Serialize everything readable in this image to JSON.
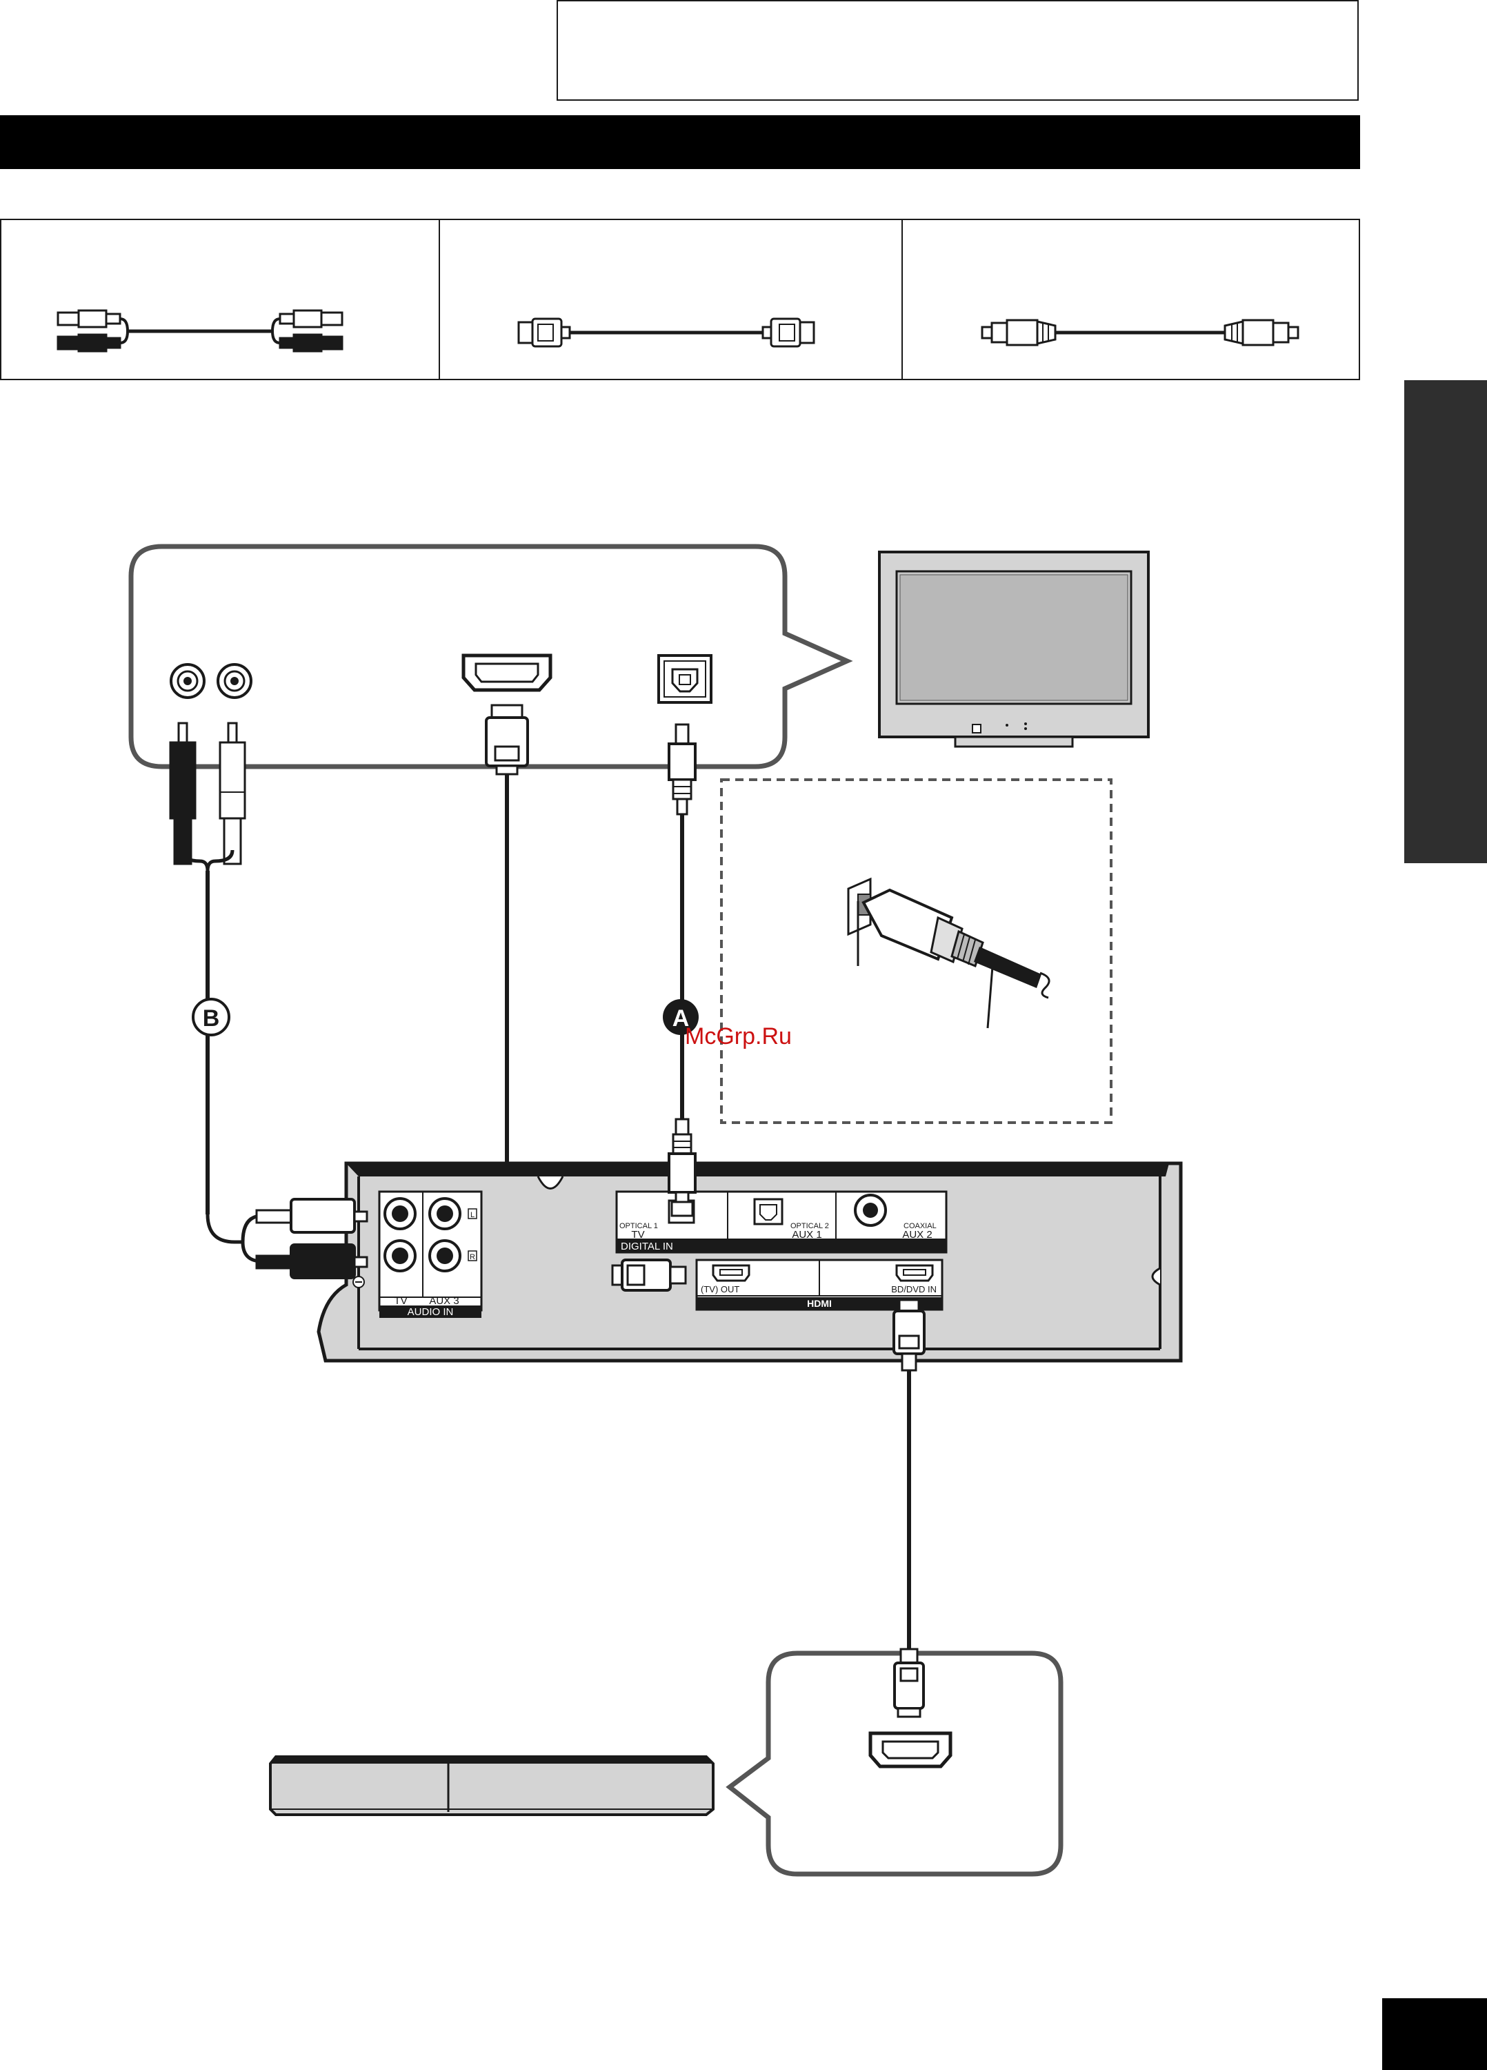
{
  "watermark": "McGrp.Ru",
  "callouts": {
    "optical_cable": "A",
    "audio_cable": "B"
  },
  "panel_labels": {
    "optical1_small": "OPTICAL 1",
    "optical1_tv": "TV",
    "optical2_small": "OPTICAL 2",
    "optical2_aux": "AUX 1",
    "coaxial_small": "COAXIAL",
    "coaxial_aux": "AUX 2",
    "digital_in": "DIGITAL IN",
    "hdmi_tv_out": "(TV) OUT",
    "hdmi_bd_in": "BD/DVD IN",
    "hdmi_logo": "HDMI",
    "audio_tv": "TV",
    "audio_aux3": "AUX 3",
    "audio_in": "AUDIO IN",
    "jack_l": "L",
    "jack_r": "R"
  },
  "colors": {
    "device_fill": "#d4d4d4",
    "dark": "#1a1a1a",
    "side_tab": "#2f2f2f",
    "watermark": "#cc1111"
  }
}
